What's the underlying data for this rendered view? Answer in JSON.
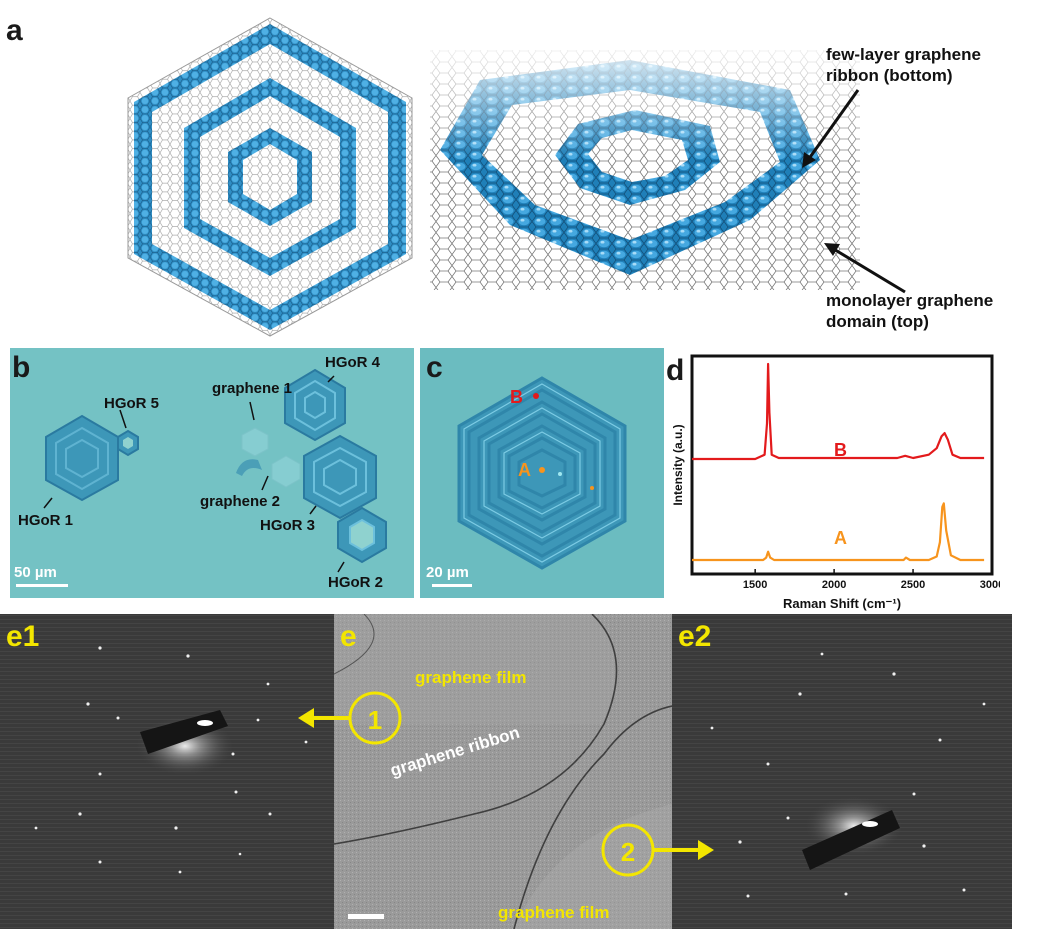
{
  "panel_a": {
    "label": "a",
    "annotation_top": [
      "few-layer graphene",
      "ribbon (bottom)"
    ],
    "annotation_bottom": [
      "monolayer graphene",
      "domain (top)"
    ]
  },
  "panel_b": {
    "label": "b",
    "labels": {
      "hgor5": "HGoR 5",
      "hgor1": "HGoR 1",
      "graphene1": "graphene 1",
      "graphene2": "graphene 2",
      "hgor4": "HGoR 4",
      "hgor3": "HGoR 3",
      "hgor2": "HGoR 2"
    },
    "scale_bar": "50 µm"
  },
  "panel_c": {
    "label": "c",
    "point_b": "B",
    "point_a": "A",
    "scale_bar": "20 µm"
  },
  "panel_d": {
    "label": "d"
  },
  "panel_e": {
    "label_e1": "e1",
    "label_e": "e",
    "label_e2": "e2",
    "film_top": "graphene film",
    "ribbon": "graphene ribbon",
    "film_bottom": "graphene film",
    "marker1": "1",
    "marker2": "2"
  },
  "colors": {
    "ribbon_blue": "#2f8fc6",
    "optical_bg": "#6bbcc0",
    "raman_b": "#e31a1c",
    "raman_a": "#f7941d",
    "yellow": "#f3e600"
  },
  "chart_data": {
    "type": "line",
    "title": "",
    "xlabel": "Raman Shift (cm⁻¹)",
    "ylabel": "Intensity (a.u.)",
    "xlim": [
      1100,
      3000
    ],
    "xticks": [
      "1500",
      "2000",
      "2500",
      "3000"
    ],
    "y_tick_labels_shown": false,
    "series": [
      {
        "name": "B",
        "color": "#e31a1c",
        "x": [
          1100,
          1500,
          1560,
          1575,
          1582,
          1590,
          1605,
          1650,
          2000,
          2400,
          2450,
          2500,
          2600,
          2650,
          2680,
          2700,
          2720,
          2750,
          2800,
          2950
        ],
        "y": [
          0.12,
          0.12,
          0.16,
          0.45,
          1.0,
          0.55,
          0.16,
          0.13,
          0.13,
          0.13,
          0.15,
          0.13,
          0.16,
          0.22,
          0.33,
          0.36,
          0.3,
          0.16,
          0.13,
          0.13
        ]
      },
      {
        "name": "A",
        "color": "#f7941d",
        "x": [
          1100,
          1550,
          1570,
          1582,
          1595,
          1620,
          2000,
          2440,
          2455,
          2480,
          2600,
          2650,
          2670,
          2685,
          2695,
          2710,
          2740,
          2800,
          2950
        ],
        "y": [
          0.0,
          0.0,
          0.02,
          0.07,
          0.02,
          0.0,
          0.0,
          0.0,
          0.02,
          0.0,
          0.0,
          0.03,
          0.15,
          0.45,
          0.48,
          0.25,
          0.04,
          0.0,
          0.0
        ]
      }
    ]
  }
}
